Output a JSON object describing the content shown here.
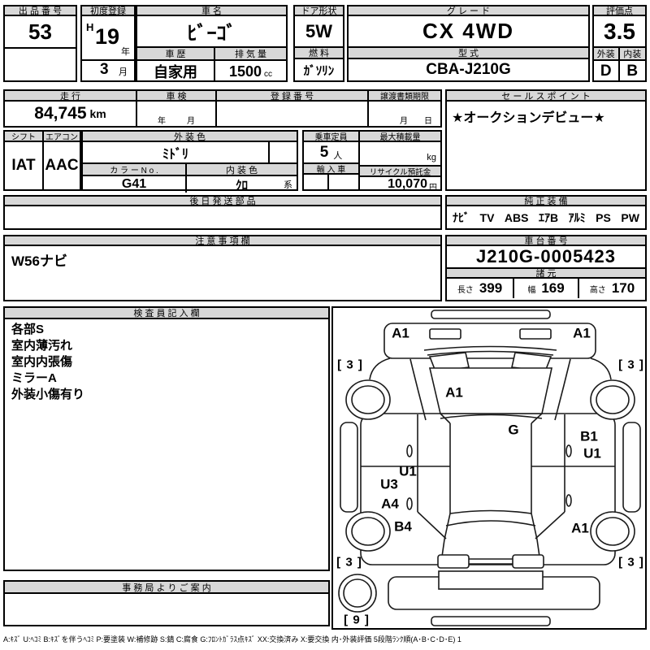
{
  "header_row": {
    "lot": {
      "label": "出 品 番 号",
      "value": "53"
    },
    "first_registration": {
      "label": "初度登録",
      "era": "H",
      "year": "19",
      "year_suffix": "年",
      "month": "3",
      "month_suffix": "月"
    },
    "car_name": {
      "label": "車  名",
      "value": "ﾋﾞｰｺﾞ"
    },
    "car_history": {
      "label": "車 歴",
      "value": "自家用"
    },
    "displacement": {
      "label": "排 気 量",
      "value": "1500",
      "unit": "cc"
    },
    "door_shape": {
      "label": "ドア形状",
      "value": "5W"
    },
    "fuel": {
      "label": "燃 料",
      "value": "ｶﾞｿﾘﾝ"
    },
    "grade": {
      "label": "グ レ ー ド",
      "value": "CX 4WD"
    },
    "model_code": {
      "label": "型 式",
      "value": "CBA-J210G"
    },
    "score": {
      "label": "評価点",
      "value": "3.5"
    },
    "exterior_grade": {
      "label": "外装",
      "value": "D"
    },
    "interior_grade": {
      "label": "内装",
      "value": "B"
    }
  },
  "info_row": {
    "mileage": {
      "label": "走 行",
      "value": "84,745",
      "unit": "km"
    },
    "inspection": {
      "label": "車 検",
      "year_ph": "年",
      "month_ph": "月"
    },
    "registration_no": {
      "label": "登 録 番 号",
      "value": ""
    },
    "transfer_deadline": {
      "label": "譲渡書類期限",
      "month_ph": "月",
      "day_ph": "日"
    },
    "sales_point": {
      "label": "セ ー ル ス ポ イ ン ト",
      "value": "★オークションデビュー★"
    },
    "shift": {
      "label": "シフト",
      "value": "IAT"
    },
    "aircon": {
      "label": "エアコン",
      "value": "AAC"
    },
    "exterior_color": {
      "label": "外 装 色",
      "value": "ﾐﾄﾞﾘ"
    },
    "color_no": {
      "label": "カ ラ ー N o .",
      "value": "G41"
    },
    "interior_color": {
      "label": "内 装 色",
      "value": "ｸﾛ",
      "suffix": "系"
    },
    "capacity": {
      "label": "乗車定員",
      "value": "5",
      "unit": "人"
    },
    "max_load": {
      "label": "最大積載量",
      "value": "",
      "unit": "kg"
    },
    "import_car": {
      "label": "輸 入 車",
      "value": ""
    },
    "recycle_deposit": {
      "label": "リサイクル預託金",
      "value": "10,070",
      "unit": "円"
    }
  },
  "later_parts": {
    "label": "後 日 発 送 部 品",
    "value": ""
  },
  "equipment": {
    "label": "純 正 装 備",
    "items": [
      "ﾅﾋﾞ",
      "TV",
      "ABS",
      "ｴｱB",
      "ｱﾙﾐ",
      "PS",
      "PW"
    ]
  },
  "notes": {
    "label": "注 意 事 項 欄",
    "value": "W56ナビ"
  },
  "chassis": {
    "label": "車 台 番 号",
    "value": "J210G-0005423"
  },
  "dimensions": {
    "label": "諸 元",
    "length_label": "長さ",
    "length": "399",
    "width_label": "幅",
    "width": "169",
    "height_label": "高さ",
    "height": "170"
  },
  "inspector": {
    "label": "検 査 員 記 入 欄",
    "notes": [
      "各部S",
      "室内薄汚れ",
      "室内内張傷",
      "ミラーA",
      "外装小傷有り"
    ]
  },
  "office": {
    "label": "事 務 局 よ り ご 案 内",
    "value": ""
  },
  "legend": "A:ｷｽﾞ U:ﾍｺﾐ B:ｷｽﾞを伴うﾍｺﾐ P:要塗装 W:補修跡 S:錆 C:腐食 G:ﾌﾛﾝﾄｶﾞﾗｽ点ｷｽﾞ XX:交換済み X:要交換  内･外装評価  5段階ﾗﾝｸ順(A･B･C･D･E) 1",
  "diagram": {
    "marks": [
      {
        "text": "A1"
      },
      {
        "text": "A1"
      },
      {
        "text": "[ 3 ]"
      },
      {
        "text": "[ 3 ]"
      },
      {
        "text": "A1"
      },
      {
        "text": "G"
      },
      {
        "text": "B1"
      },
      {
        "text": "U1"
      },
      {
        "text": "U1"
      },
      {
        "text": "U3"
      },
      {
        "text": "A4"
      },
      {
        "text": "B4"
      },
      {
        "text": "A1"
      },
      {
        "text": "[ 3 ]"
      },
      {
        "text": "[ 3 ]"
      },
      {
        "text": "[ 9 ]"
      }
    ]
  },
  "colors": {
    "header_bg": "#d8d8d8",
    "border": "#000000"
  }
}
